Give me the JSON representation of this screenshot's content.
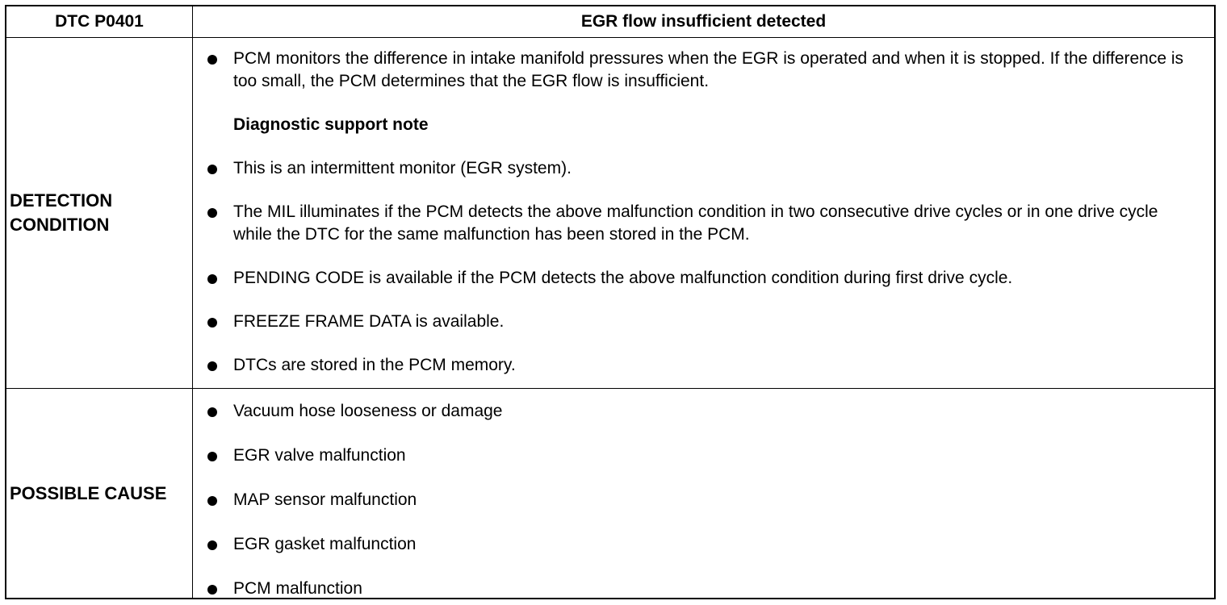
{
  "header": {
    "code": "DTC P0401",
    "title": "EGR flow insufficient detected"
  },
  "detection": {
    "label": "DETECTION CONDITION",
    "description": "PCM monitors the difference in intake manifold pressures when the EGR is operated and when it is stopped. If the difference is too small, the PCM determines that the EGR flow is insufficient.",
    "note_heading": "Diagnostic support note",
    "notes": [
      "This is an intermittent monitor (EGR system).",
      "The MIL illuminates if the PCM detects the above malfunction condition in two consecutive drive cycles or in one drive cycle while the DTC for the same malfunction has been stored in the PCM.",
      "PENDING CODE is available if the PCM detects the above malfunction condition during first drive cycle.",
      "FREEZE FRAME DATA is available.",
      "DTCs are stored in the PCM memory."
    ]
  },
  "causes": {
    "label": "POSSIBLE CAUSE",
    "items": [
      "Vacuum hose looseness or damage",
      "EGR valve malfunction",
      "MAP sensor malfunction",
      "EGR gasket malfunction",
      "PCM malfunction"
    ]
  }
}
